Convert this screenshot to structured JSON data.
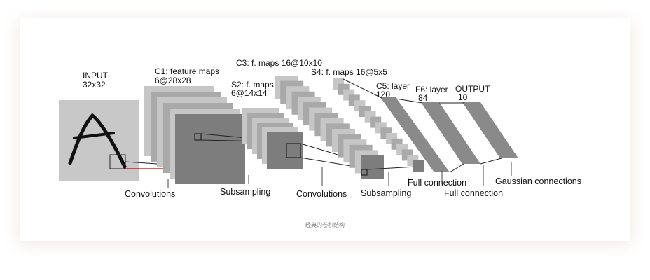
{
  "diagram": {
    "input_title": "INPUT",
    "input_size": "32x32",
    "c1_title": "C1: feature maps",
    "c1_size": "6@28x28",
    "s2_title": "S2: f. maps",
    "s2_size": "6@14x14",
    "c3_title": "C3: f. maps 16@10x10",
    "s4_title": "S4: f. maps 16@5x5",
    "c5_title": "C5: layer",
    "c5_size": "120",
    "f6_title": "F6: layer",
    "f6_size": "84",
    "output_title": "OUTPUT",
    "output_size": "10",
    "op_convolutions_1": "Convolutions",
    "op_subsampling_1": "Subsampling",
    "op_convolutions_2": "Convolutions",
    "op_subsampling_2": "Subsampling",
    "op_full_connection_1": "Full connection",
    "op_full_connection_2": "Full connection",
    "op_gaussian": "Gaussian connections",
    "input_glyph": "A"
  },
  "caption": "经典的卷积结构",
  "colors": {
    "input_fill": "#c8c8c8",
    "layer_light": "#c6c6c6",
    "layer_mid": "#a9a9a9",
    "layer_dark": "#7d7d7d",
    "band": "#8a8a8a",
    "receptive_line": "#8b1a1a"
  }
}
